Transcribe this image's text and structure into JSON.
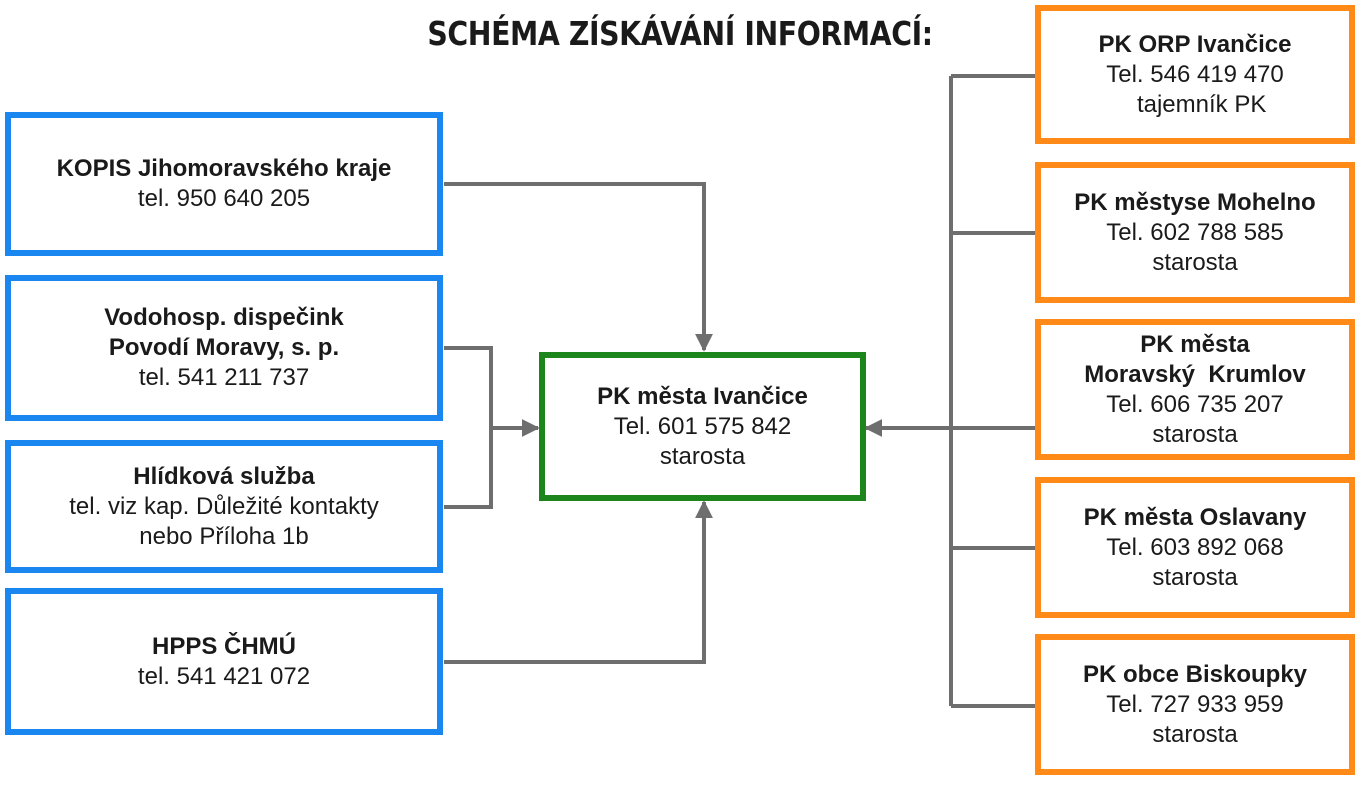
{
  "title": "SCHÉMA ZÍSKÁVÁNÍ INFORMACÍ:",
  "colors": {
    "source_border": "#1a87f0",
    "neighbor_border": "#ff8a17",
    "center_border": "#1c861c",
    "connector": "#6e6e6e"
  },
  "center": {
    "lines": [
      "PK města Ivančice",
      "Tel. 601 575 842",
      "starosta"
    ]
  },
  "sources": [
    {
      "lines": [
        "KOPIS Jihomoravského kraje",
        "tel. 950 640 205"
      ]
    },
    {
      "lines": [
        "Vodohosp. dispečink",
        "Povodí Moravy, s. p.",
        "tel. 541 211 737"
      ]
    },
    {
      "lines": [
        "Hlídková služba",
        "tel. viz kap. Důležité kontakty",
        "nebo Příloha 1b"
      ]
    },
    {
      "lines": [
        "HPPS ČHMÚ",
        "tel. 541 421 072"
      ]
    }
  ],
  "neighbors": [
    {
      "lines": [
        "PK ORP Ivančice",
        "Tel. 546 419 470",
        "  tajemník PK"
      ]
    },
    {
      "lines": [
        "PK městyse Mohelno",
        "Tel. 602 788 585",
        "starosta"
      ]
    },
    {
      "lines": [
        "PK města",
        "Moravský  Krumlov",
        "Tel. 606 735 207",
        "starosta"
      ]
    },
    {
      "lines": [
        "PK města Oslavany",
        "Tel. 603 892 068",
        "starosta"
      ]
    },
    {
      "lines": [
        "PK obce Biskoupky",
        "Tel. 727 933 959",
        "starosta"
      ]
    }
  ]
}
